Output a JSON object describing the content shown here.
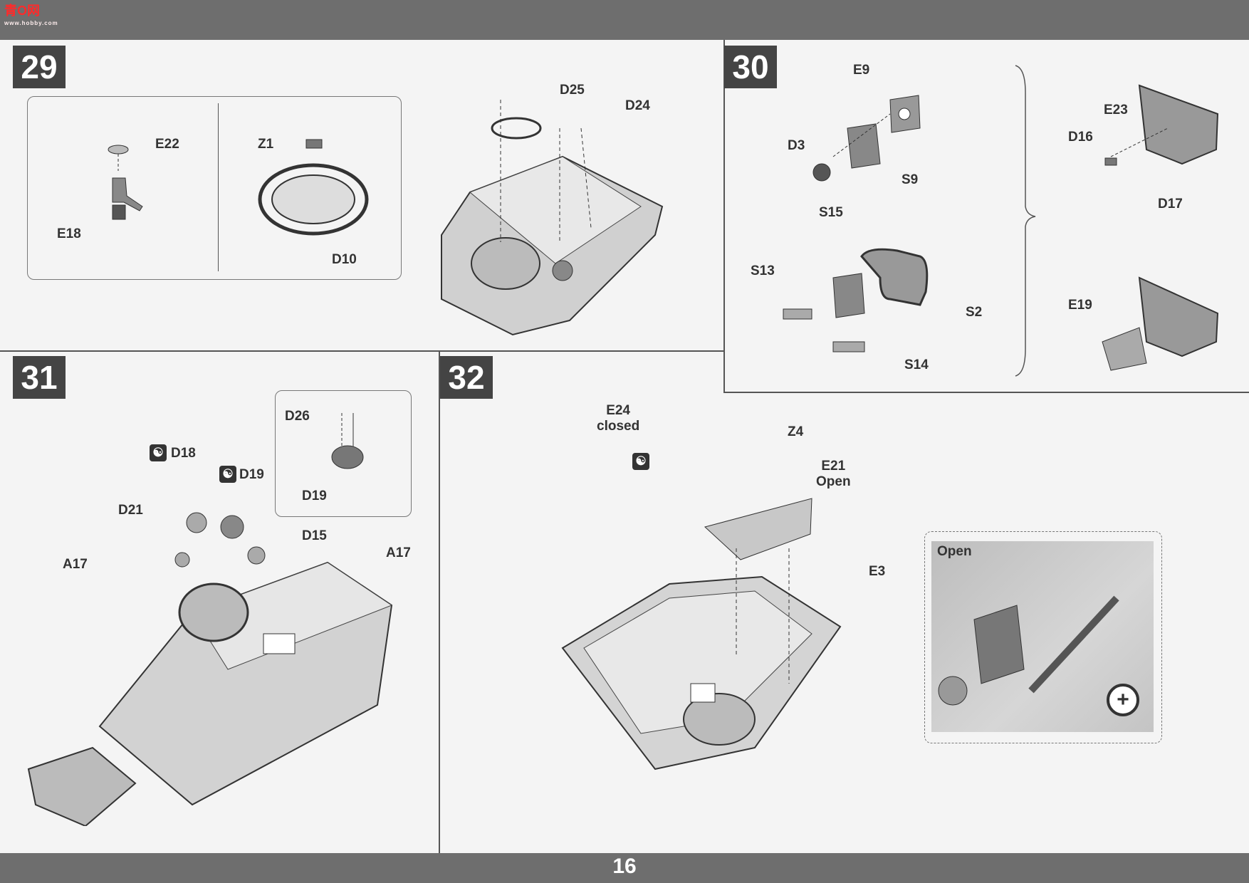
{
  "header": {
    "logo_text": "青O网",
    "logo_sub": "www.hobby.com"
  },
  "footer": {
    "page_number": "16"
  },
  "steps": {
    "s29": "29",
    "s30": "30",
    "s31": "31",
    "s32": "32"
  },
  "labels": {
    "e22": "E22",
    "e18": "E18",
    "z1": "Z1",
    "d10": "D10",
    "d25": "D25",
    "d24": "D24",
    "e9": "E9",
    "d3": "D3",
    "s9": "S9",
    "s15": "S15",
    "s13": "S13",
    "s2": "S2",
    "s14": "S14",
    "e23": "E23",
    "d16": "D16",
    "d17": "D17",
    "e19": "E19",
    "d26": "D26",
    "d19_inset": "D19",
    "d18": "D18",
    "d19": "D19",
    "d21": "D21",
    "d15": "D15",
    "a17_left": "A17",
    "a17_right": "A17",
    "e24": "E24",
    "e24_note": "closed",
    "z4": "Z4",
    "e21": "E21",
    "e21_note": "Open",
    "e3": "E3",
    "open_title": "Open"
  },
  "icons": {
    "symbol": "yin-yang-icon",
    "zoom": "magnify-plus-icon"
  }
}
